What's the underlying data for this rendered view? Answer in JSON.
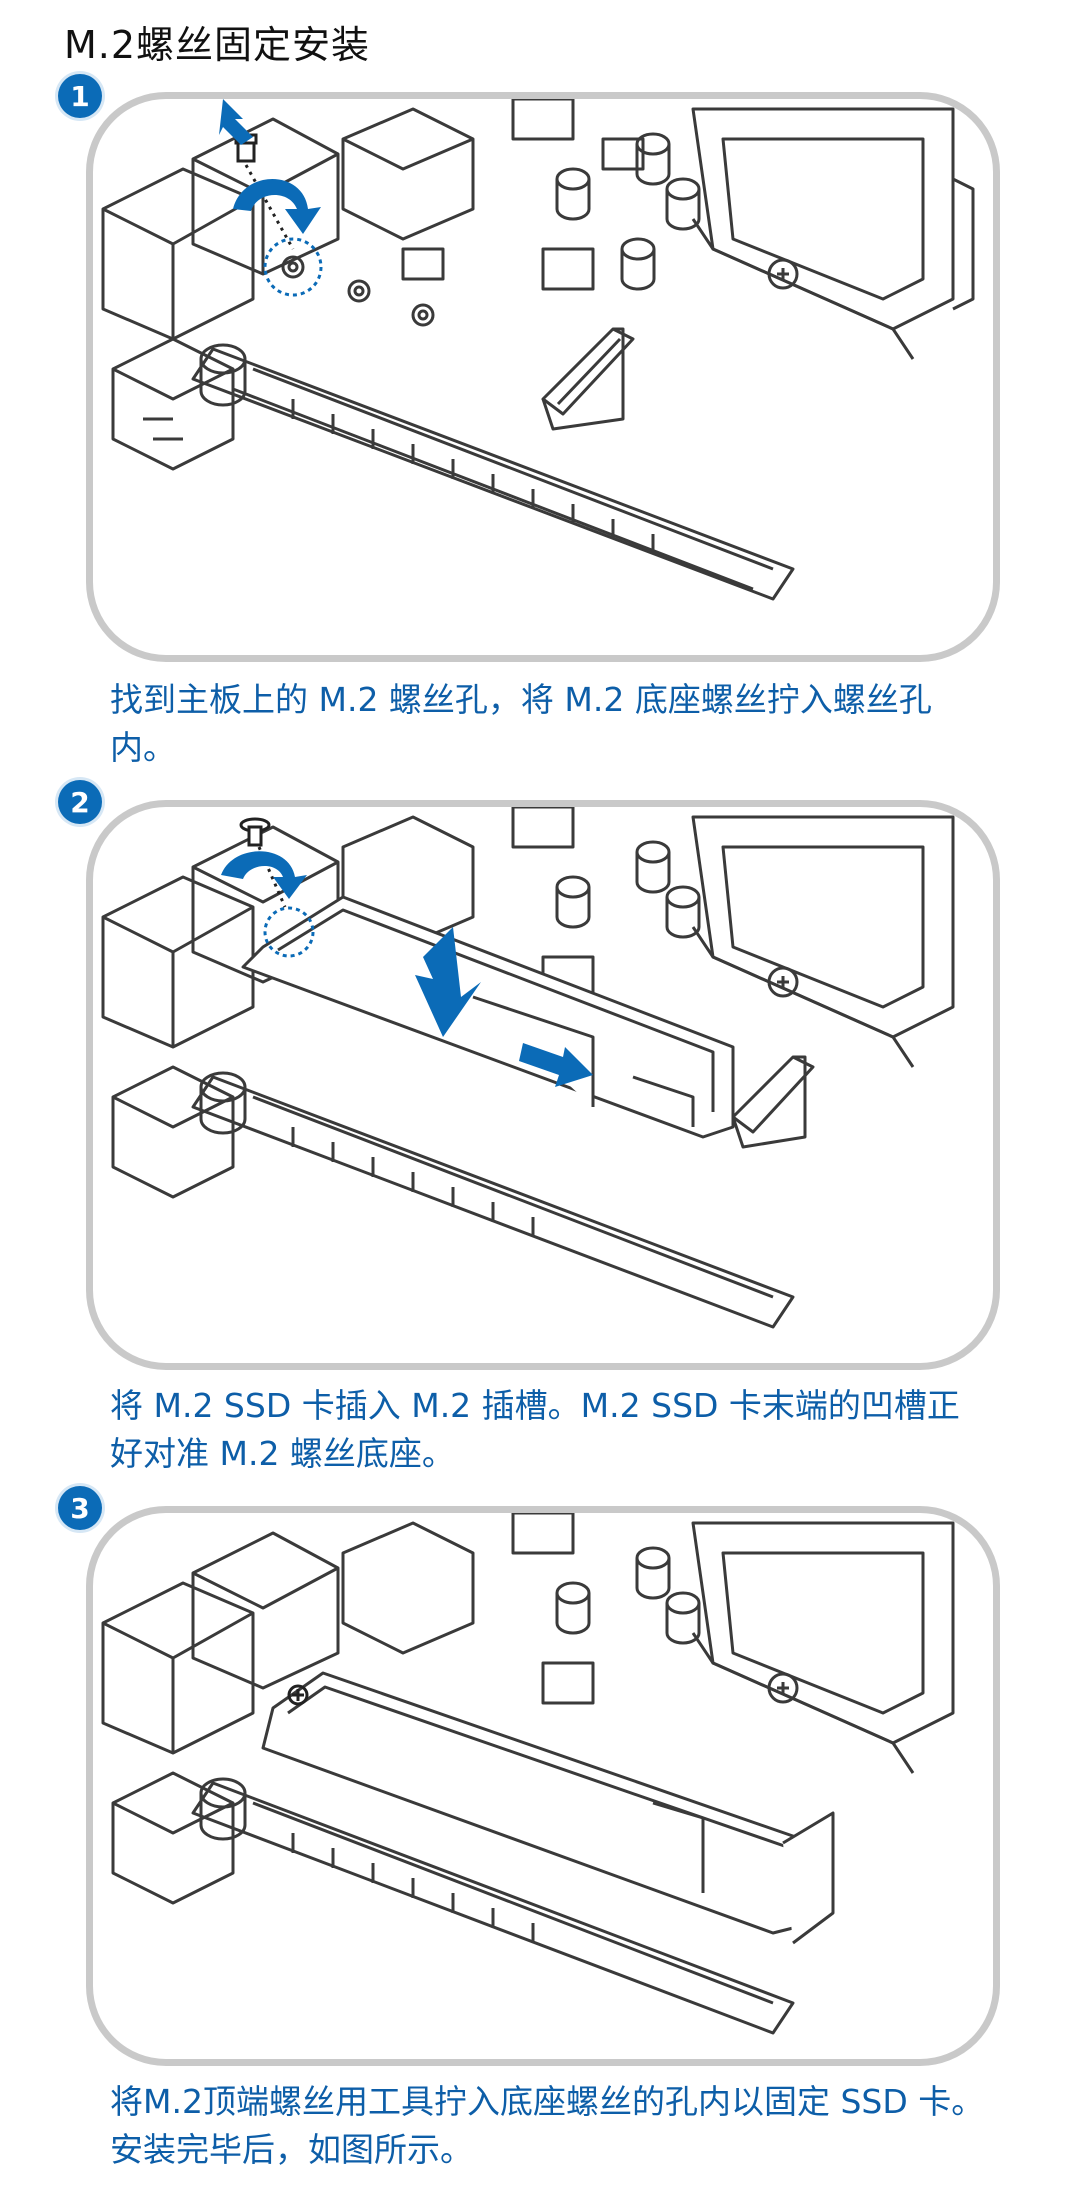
{
  "page": {
    "title": "M.2螺丝固定安装"
  },
  "steps": [
    {
      "number": "1",
      "caption": "找到主板上的 M.2 螺丝孔，将 M.2 底座螺丝拧入螺丝孔内。"
    },
    {
      "number": "2",
      "caption": "将 M.2 SSD 卡插入 M.2 插槽。M.2 SSD 卡末端的凹槽正好对准 M.2 螺丝底座。"
    },
    {
      "number": "3",
      "caption": "将M.2顶端螺丝用工具拧入底座螺丝的孔内以固定 SSD 卡。安装完毕后，如图所示。"
    }
  ],
  "colors": {
    "accent": "#0b6bb7",
    "caption_text": "#0d5ea8",
    "panel_border": "#c9c9c9",
    "line_art": "#3a3a3a"
  },
  "icons": [
    "step-number-badge",
    "down-arrow-icon",
    "rotate-arrow-icon",
    "right-arrow-icon",
    "screw-icon",
    "standoff-icon"
  ]
}
